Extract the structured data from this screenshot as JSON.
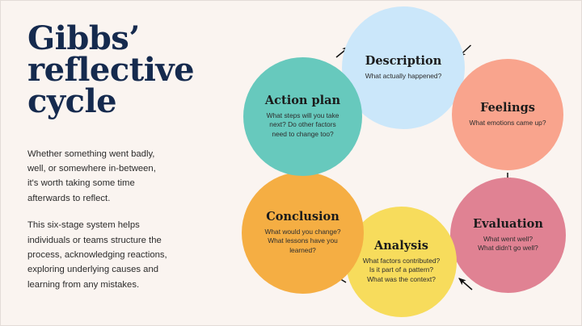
{
  "page": {
    "background_color": "#faf4f0",
    "headline": "Gibbs’\nreflective\ncycle",
    "headline_color": "#152a4e",
    "paragraph_1": "Whether something went badly,\nwell, or somewhere in-between,\nit's worth taking some time\nafterwards to reflect.",
    "paragraph_2": "This six-stage system helps\nindividuals or teams structure the\nprocess, acknowledging reactions,\nexploring underlying causes and\nlearning from any mistakes."
  },
  "cycle": {
    "direction": "clockwise",
    "stages": [
      {
        "id": "description",
        "title": "Description",
        "desc": "What actually happened?",
        "color": "#cbe7fa"
      },
      {
        "id": "feelings",
        "title": "Feelings",
        "desc": "What emotions came up?",
        "color": "#f9a48d"
      },
      {
        "id": "evaluation",
        "title": "Evaluation",
        "desc": "What went well?\nWhat didn't go well?",
        "color": "#e08293"
      },
      {
        "id": "analysis",
        "title": "Analysis",
        "desc": "What factors contributed?\nIs it part of a pattern?\nWhat was the context?",
        "color": "#f7dc5c"
      },
      {
        "id": "conclusion",
        "title": "Conclusion",
        "desc": "What would you change?\nWhat lessons have you\nlearned?",
        "color": "#f5ae43"
      },
      {
        "id": "action_plan",
        "title": "Action plan",
        "desc": "What steps will you take\nnext? Do other factors\nneed to change too?",
        "color": "#67c9bd"
      }
    ],
    "arrow_color": "#111111"
  }
}
